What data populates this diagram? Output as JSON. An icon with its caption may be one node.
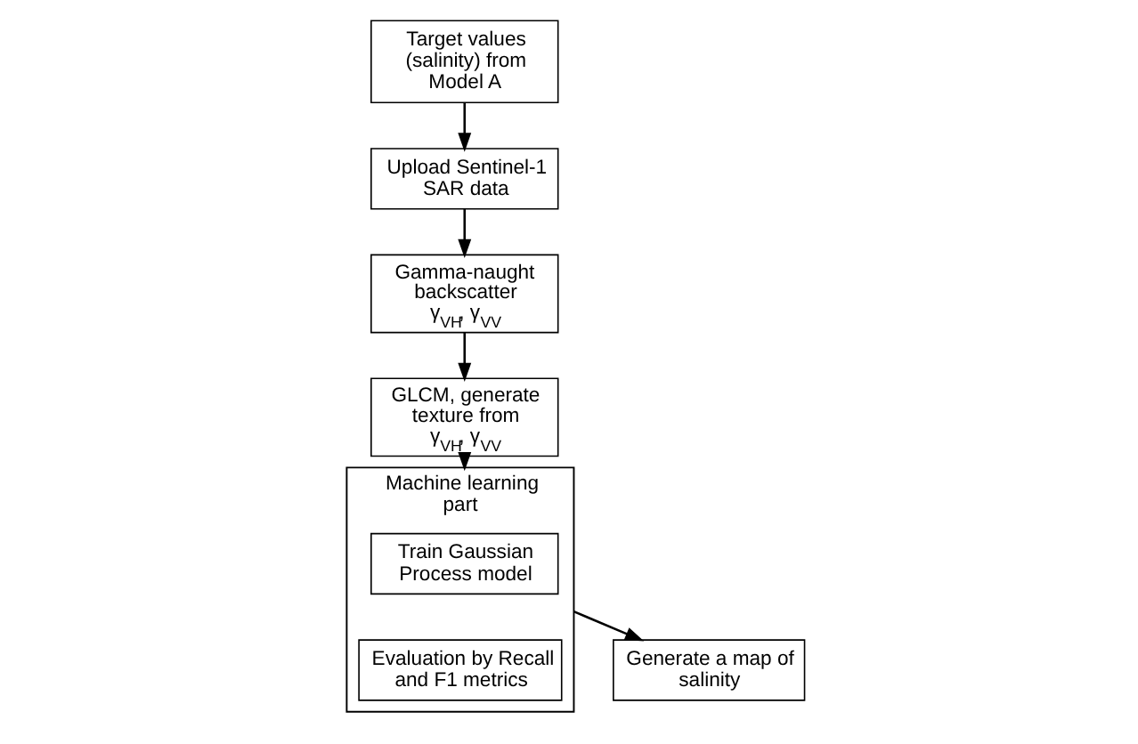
{
  "diagram": {
    "nodes": [
      {
        "text": [
          "Target values (salinity) from Model A"
        ]
      },
      {
        "text": [
          "Upload Sentinel-1 SAR data"
        ]
      },
      {
        "text": [
          "Gamma-naught backscatter γ$_{VH}$, γ$_{VV}$"
        ]
      },
      {
        "text": [
          "GLCM, generate texture from γ$_{VH}$, γ$_{VV}$"
        ]
      },
      {
        "text": [
          "Machine learning part"
        ]
      },
      {
        "text": [
          "Train Gaussian Process model"
        ],
        "in": 4
      },
      {
        "text": [
          "Evaluation by Recall and F1 metrics"
        ],
        "in": 4
      },
      {
        "text": [
          "Generate a map of salinity"
        ]
      }
    ],
    "edges": [
      {
        "from": 0,
        "to": 1,
        "arrow": "to"
      },
      {
        "from": 1,
        "to": 2,
        "arrow": "to"
      },
      {
        "from": 2,
        "to": 3,
        "arrow": "to"
      },
      {
        "from": 3,
        "to": 4,
        "arrow": "to"
      },
      {
        "from": 4,
        "to": 7,
        "arrow": "to"
      }
    ]
  }
}
